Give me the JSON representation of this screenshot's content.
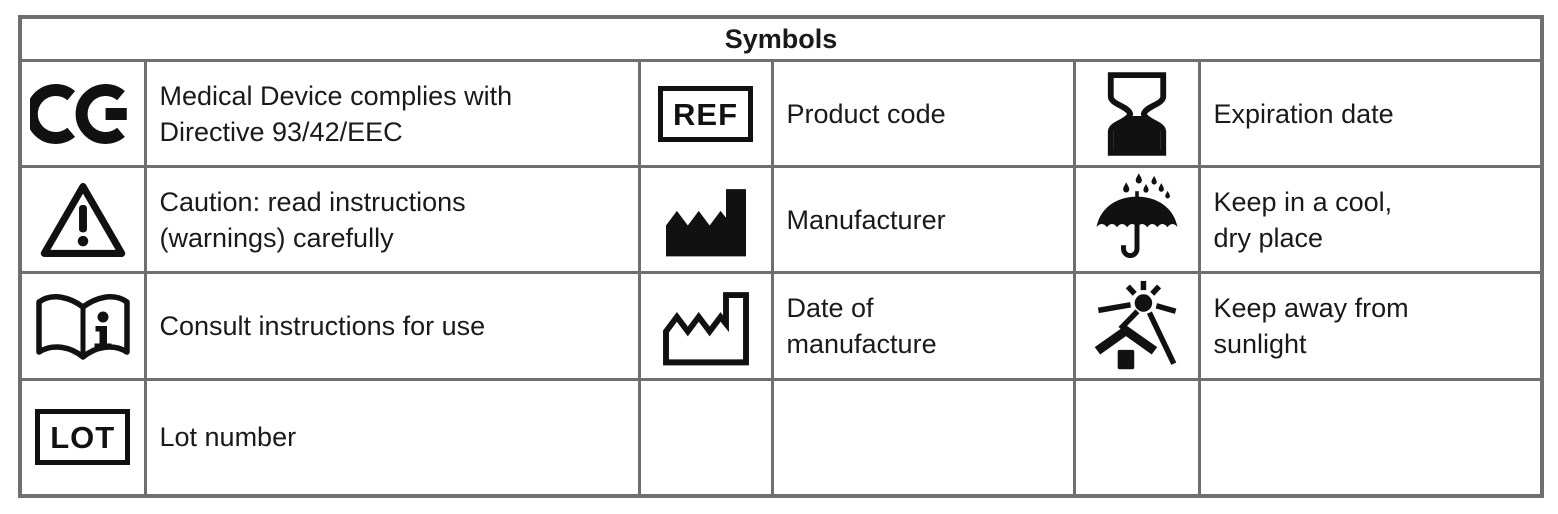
{
  "table_title": "Symbols",
  "colors": {
    "grid_border": "#6f6f6f",
    "ink": "#1a1a1a",
    "symbol_black": "#111111"
  },
  "symbols": [
    {
      "name": "ce-mark",
      "description": "Medical Device complies with\nDirective 93/42/EEC"
    },
    {
      "name": "ref",
      "badge": "REF",
      "description": "Product code"
    },
    {
      "name": "hourglass",
      "description": "Expiration date"
    },
    {
      "name": "caution",
      "description": "Caution: read instructions\n(warnings) carefully"
    },
    {
      "name": "manufacturer",
      "description": "Manufacturer"
    },
    {
      "name": "umbrella-rain",
      "description": "Keep in a cool,\ndry place"
    },
    {
      "name": "consult-instructions",
      "description": "Consult instructions for use"
    },
    {
      "name": "date-of-manufacture",
      "description": "Date of\nmanufacture"
    },
    {
      "name": "keep-away-sunlight",
      "description": "Keep away from\nsunlight"
    },
    {
      "name": "lot",
      "badge": "LOT",
      "description": "Lot number"
    }
  ]
}
